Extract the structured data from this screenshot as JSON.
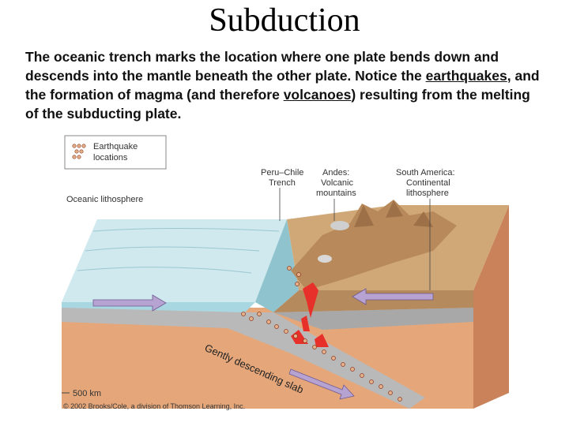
{
  "title": "Subduction",
  "body": {
    "part1": "The oceanic trench marks the location where one plate bends down and descends into the mantle beneath the other plate. Notice the ",
    "link1": "earthquakes",
    "part2": ", and the formation of magma (and therefore ",
    "link2": "volcanoes",
    "part3": ") resulting from the melting of the subducting plate."
  },
  "figure": {
    "legend": {
      "line1": "Earthquake",
      "line2": "locations"
    },
    "labels": {
      "oceanic": "Oceanic lithosphere",
      "trench_1": "Peru–Chile",
      "trench_2": "Trench",
      "andes_1": "Andes:",
      "andes_2": "Volcanic",
      "andes_3": "mountains",
      "sa_1": "South America:",
      "sa_2": "Continental",
      "sa_3": "lithosphere",
      "slab": "Gently descending slab",
      "depth": "500 km",
      "copyright": "© 2002 Brooks/Cole, a division of Thomson Learning, Inc."
    },
    "colors": {
      "ocean": "#bfe3ea",
      "mantle": "#e8a878",
      "crust": "#b7b7b7",
      "continent": "#c9a070",
      "magma": "#e8302a",
      "arrow": "#b9a6cf"
    }
  }
}
